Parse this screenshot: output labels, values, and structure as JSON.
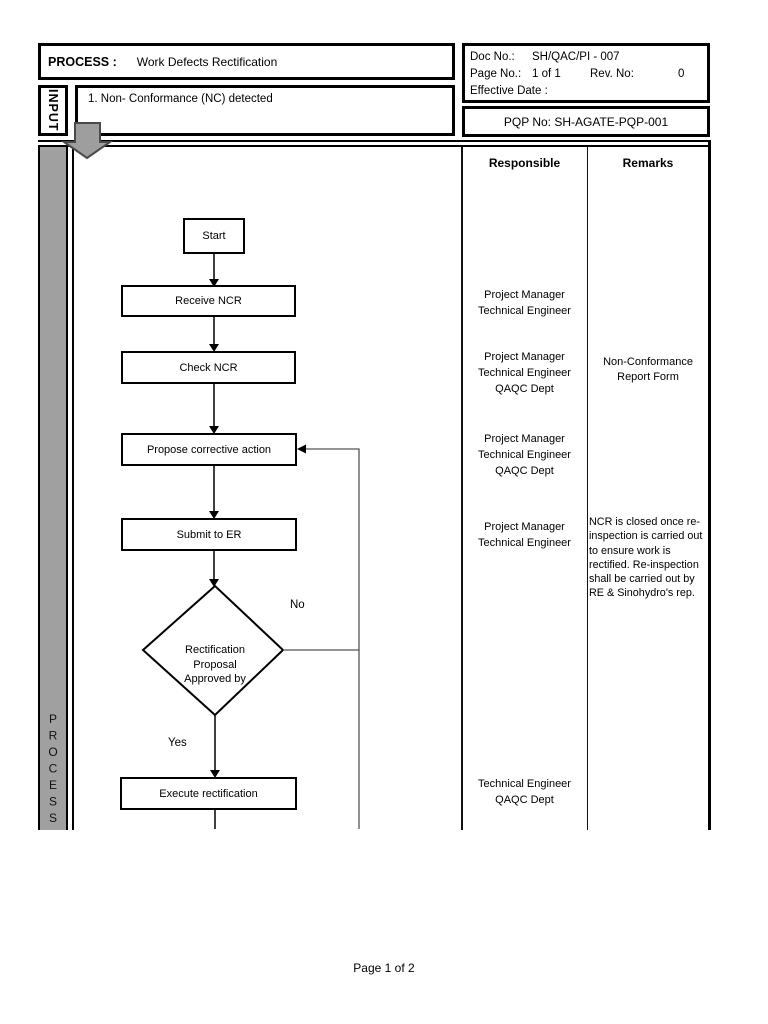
{
  "document": {
    "header": {
      "process_label": "PROCESS :",
      "process_title": "Work Defects Rectification",
      "doc_no_label": "Doc No.:",
      "doc_no_value": "SH/QAC/PI - 007",
      "page_no_label": "Page No.:",
      "page_no_value": "1 of 1",
      "rev_no_label": "Rev. No:",
      "rev_no_value": "0",
      "effective_date_label": "Effective Date :",
      "pqp_no": "PQP No: SH-AGATE-PQP-001"
    },
    "input_section": {
      "label": "INPUT",
      "item": "1. Non- Conformance (NC) detected"
    },
    "process_section": {
      "label": "PROCESS"
    },
    "columns": {
      "responsible": "Responsible",
      "remarks": "Remarks"
    },
    "flowchart": {
      "start": "Start",
      "receive": "Receive NCR",
      "check": "Check NCR",
      "propose": "Propose corrective action",
      "submit": "Submit to ER",
      "execute": "Execute rectification",
      "decision": {
        "line1": "Rectification",
        "line2": "Proposal",
        "line3": "Approved by",
        "no_label": "No",
        "yes_label": "Yes"
      }
    },
    "responsible": {
      "receive": [
        "Project Manager",
        "Technical Engineer"
      ],
      "check": [
        "Project Manager",
        "Technical Engineer",
        "QAQC Dept"
      ],
      "propose": [
        "Project Manager",
        "Technical Engineer",
        "QAQC Dept"
      ],
      "submit": [
        "Project Manager",
        "Technical Engineer"
      ],
      "execute": [
        "Technical Engineer",
        "QAQC Dept"
      ]
    },
    "remarks": {
      "check": [
        "Non-Conformance",
        "Report Form"
      ],
      "submit": "NCR is closed once re-inspection is carried out to ensure work is rectified.  Re-inspection shall be carried out by RE & Sinohydro's rep."
    },
    "footer": {
      "page": "Page 1 of 2"
    }
  },
  "colors": {
    "gray_band": "#a0a0a0",
    "arrow_gray": "#9e9e9e",
    "line": "#000000"
  }
}
